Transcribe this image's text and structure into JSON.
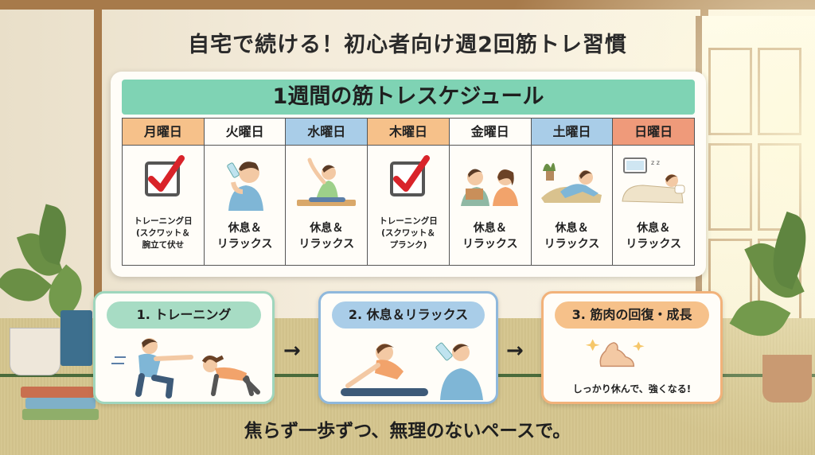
{
  "title": "自宅で続ける！初心者向け週2回筋トレ習慣",
  "schedule": {
    "header": "1週間の筋トレスケジュール",
    "days": [
      {
        "name": "月曜日",
        "color": "#f6c18a",
        "type": "train",
        "lines": [
          "トレーニング日",
          "(スクワット＆",
          "腕立て伏せ"
        ]
      },
      {
        "name": "火曜日",
        "color": "#fffdf8",
        "type": "rest",
        "lines": [
          "休息＆",
          "リラックス"
        ]
      },
      {
        "name": "水曜日",
        "color": "#a9cde8",
        "type": "rest",
        "lines": [
          "休息＆",
          "リラックス"
        ]
      },
      {
        "name": "木曜日",
        "color": "#f6c18a",
        "type": "train",
        "lines": [
          "トレーニング日",
          "(スクワット＆",
          "プランク)"
        ]
      },
      {
        "name": "金曜日",
        "color": "#fffdf8",
        "type": "rest",
        "lines": [
          "休息＆",
          "リラックス"
        ]
      },
      {
        "name": "土曜日",
        "color": "#a9cde8",
        "type": "rest",
        "lines": [
          "休息＆",
          "リラックス"
        ]
      },
      {
        "name": "日曜日",
        "color": "#ef9a7a",
        "type": "rest",
        "lines": [
          "休息＆",
          "リラックス"
        ]
      }
    ]
  },
  "steps": [
    {
      "label": "1. トレーニング",
      "border": "#9fd6bd",
      "pill": "#a7dcc4",
      "caption": ""
    },
    {
      "label": "2. 休息＆リラックス",
      "border": "#8fb8dc",
      "pill": "#a9cde8",
      "caption": ""
    },
    {
      "label": "3. 筋肉の回復・成長",
      "border": "#f2b27a",
      "pill": "#f6c18a",
      "caption": "しっかり休んで、強くなる!"
    }
  ],
  "arrow_symbol": "→",
  "footer": "焦らず一歩ずつ、無理のないペースで。",
  "colors": {
    "check": "#d9232a",
    "checkbox": "#555555",
    "skin": "#f3c9a4",
    "shirt_blue": "#7fb6d6",
    "shirt_orange": "#f2a36b"
  }
}
